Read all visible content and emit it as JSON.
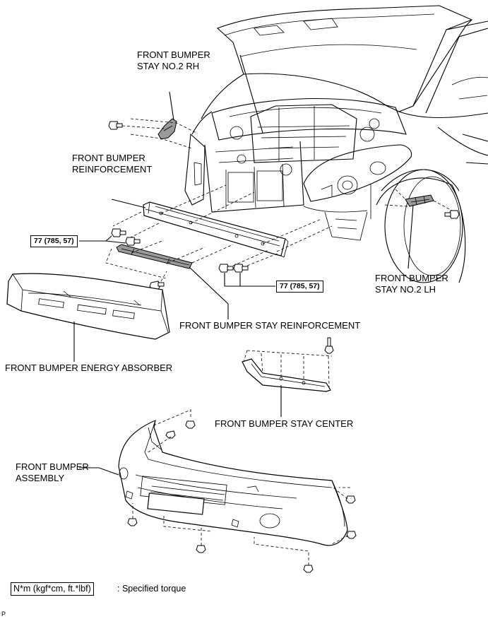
{
  "labels": {
    "stay_no2_rh": [
      "FRONT BUMPER",
      "STAY NO.2 RH"
    ],
    "reinforcement": [
      "FRONT BUMPER",
      "REINFORCEMENT"
    ],
    "stay_no2_lh": [
      "FRONT BUMPER",
      "STAY NO.2 LH"
    ],
    "stay_reinforcement": "FRONT BUMPER STAY REINFORCEMENT",
    "energy_absorber": "FRONT BUMPER ENERGY ABSORBER",
    "stay_center": "FRONT BUMPER STAY CENTER",
    "assembly": [
      "FRONT BUMPER",
      "ASSEMBLY"
    ]
  },
  "torque": {
    "left": "77 (785, 57)",
    "right": "77 (785, 57)"
  },
  "legend": {
    "unit": "N*m (kgf*cm, ft.*lbf)",
    "description": ": Specified torque"
  },
  "corner_mark": "P"
}
